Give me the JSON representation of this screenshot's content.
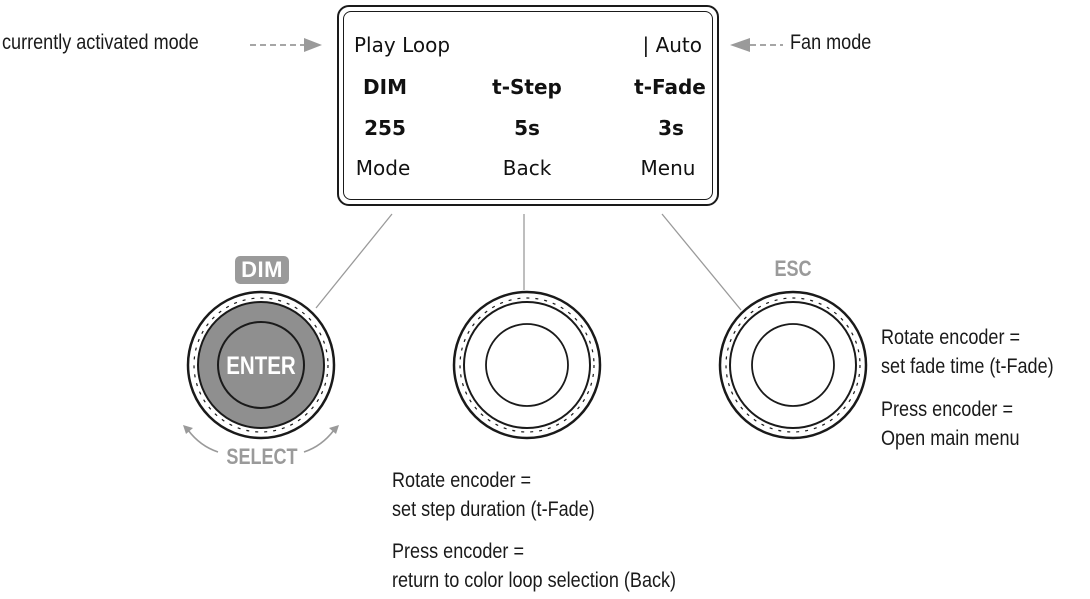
{
  "display": {
    "row1": {
      "left": "Play Loop",
      "right": "| Auto"
    },
    "row2": {
      "left": "DIM",
      "center": "t-Step",
      "right": "t-Fade"
    },
    "row3": {
      "left": "255",
      "center": "5s",
      "right": "3s"
    },
    "row4": {
      "left": "Mode",
      "center": "Back",
      "right": "Menu"
    }
  },
  "callouts": {
    "left": "currently activated mode",
    "right": "Fan mode"
  },
  "encoders": {
    "left": {
      "top_label": "DIM",
      "center_label": "ENTER",
      "bottom_label": "SELECT"
    },
    "center": {
      "rotate": [
        "Rotate encoder =",
        "set step duration (t-Fade)"
      ],
      "press": [
        "Press encoder =",
        "return to color loop selection (Back)"
      ]
    },
    "right": {
      "top_label": "ESC",
      "rotate": [
        "Rotate encoder =",
        "set fade time (t-Fade)"
      ],
      "press": [
        "Press encoder =",
        "Open main menu"
      ]
    }
  },
  "colors": {
    "outline": "#1a1a1a",
    "label_gray": "#9a9a9a",
    "knob_fill": "#8f8f8f"
  }
}
